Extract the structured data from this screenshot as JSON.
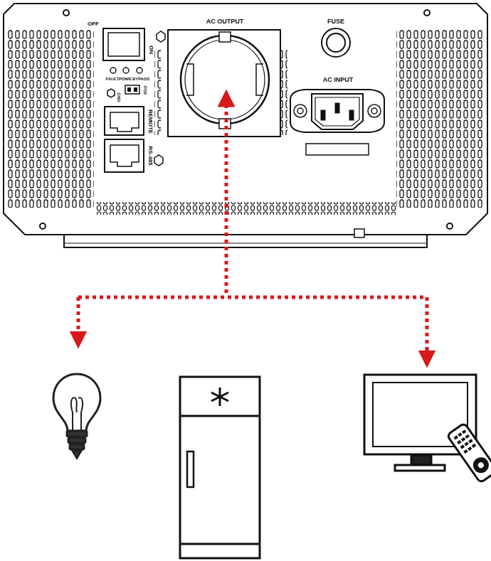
{
  "diagram": {
    "labels": [
      "OFF",
      "ON",
      "AC OUTPUT",
      "FUSE",
      "FAULT",
      "POWER",
      "BYPASS",
      "POS",
      "GND",
      "REMOTE",
      "AC INPUT",
      "RS-485"
    ]
  }
}
